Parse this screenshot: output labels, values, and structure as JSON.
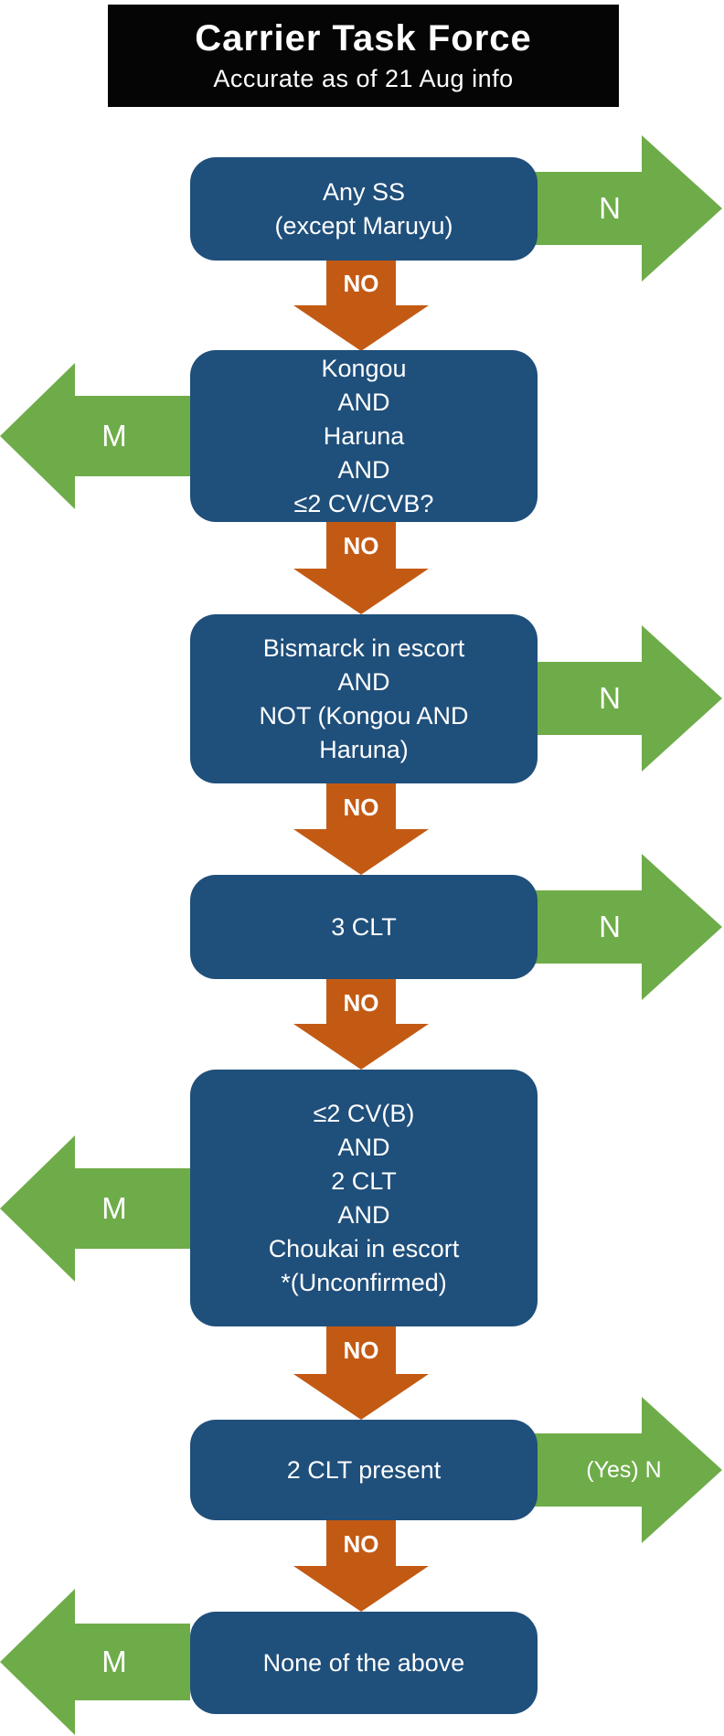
{
  "header": {
    "title": "Carrier Task Force",
    "subtitle": "Accurate as of 21 Aug info"
  },
  "nodes": [
    {
      "lines": [
        "Any SS",
        "(except Maruyu)"
      ],
      "exit": {
        "direction": "right",
        "label": "N"
      }
    },
    {
      "lines": [
        "Kongou",
        "AND",
        "Haruna",
        "AND",
        "≤2 CV/CVB?"
      ],
      "exit": {
        "direction": "left",
        "label": "M"
      }
    },
    {
      "lines": [
        "Bismarck in escort",
        "AND",
        "NOT (Kongou AND",
        "Haruna)"
      ],
      "exit": {
        "direction": "right",
        "label": "N"
      }
    },
    {
      "lines": [
        "3 CLT"
      ],
      "exit": {
        "direction": "right",
        "label": "N"
      }
    },
    {
      "lines": [
        "≤2 CV(B)",
        "AND",
        "2 CLT",
        "AND",
        "Choukai in escort",
        "*(Unconfirmed)"
      ],
      "exit": {
        "direction": "left",
        "label": "M"
      }
    },
    {
      "lines": [
        "2 CLT present"
      ],
      "exit": {
        "direction": "right",
        "label": "(Yes) N"
      }
    },
    {
      "lines": [
        "None of the above"
      ],
      "exit": {
        "direction": "left",
        "label": "M"
      }
    }
  ],
  "connectors": [
    {
      "label": "NO"
    },
    {
      "label": "NO"
    },
    {
      "label": "NO"
    },
    {
      "label": "NO"
    },
    {
      "label": "NO"
    },
    {
      "label": "NO"
    }
  ],
  "colors": {
    "box_blue": "#1F4F7B",
    "arrow_green": "#6EAC49",
    "arrow_orange": "#C35A14",
    "header_bg": "#050505",
    "text": "#FFFFFF"
  }
}
